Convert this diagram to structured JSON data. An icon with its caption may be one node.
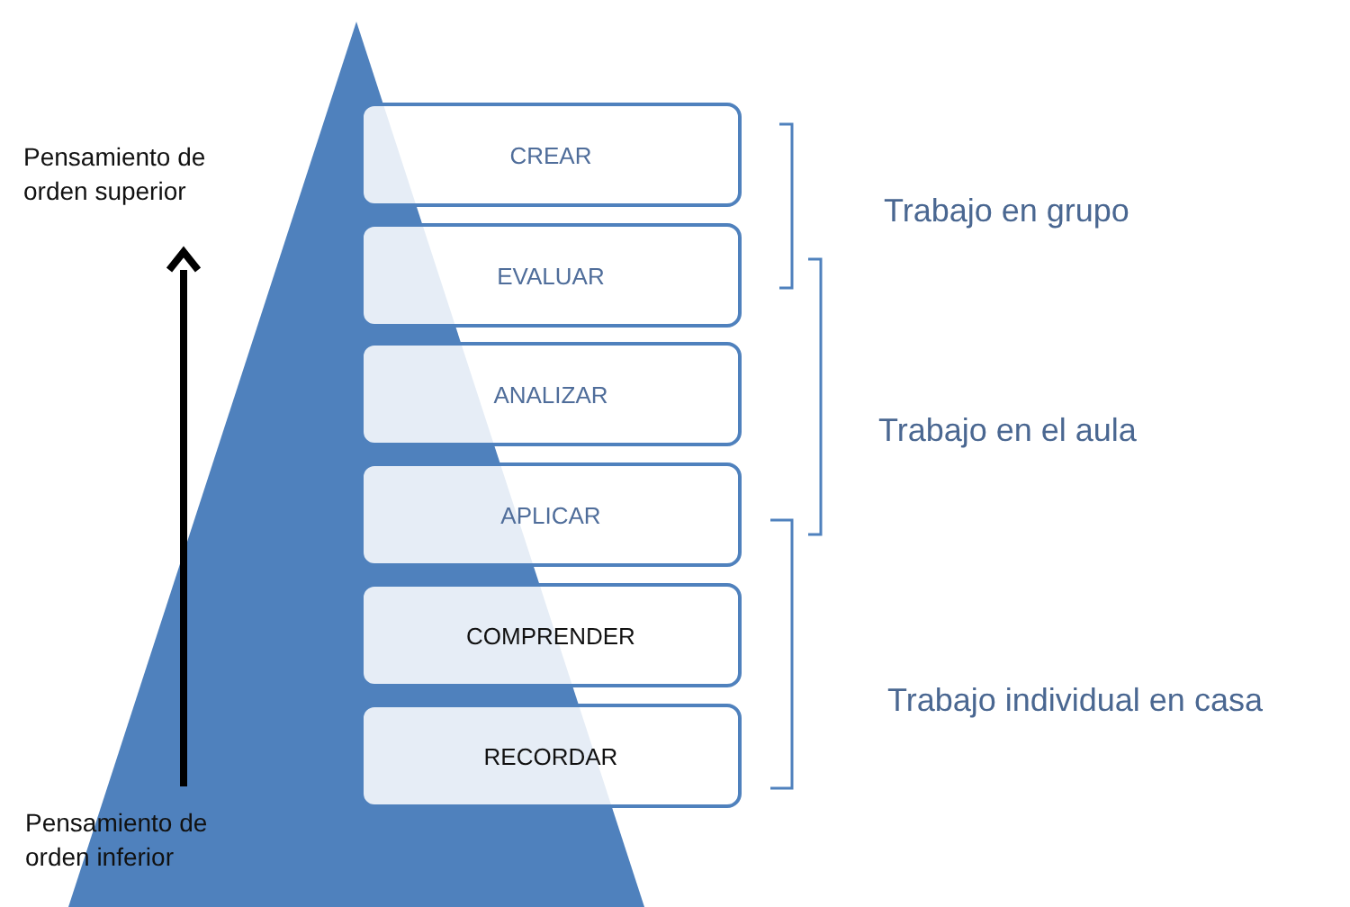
{
  "diagram": {
    "nodes": [
      {
        "text": [
          "CREAR"
        ]
      },
      {
        "text": [
          "EVALUAR"
        ]
      },
      {
        "text": [
          "ANALIZAR"
        ]
      },
      {
        "text": [
          "APLICAR"
        ]
      },
      {
        "text": [
          "COMPRENDER"
        ]
      },
      {
        "text": [
          "RECORDAR"
        ]
      }
    ],
    "labels": [
      "Pensamiento de orden superior",
      "Trabajo en grupo",
      "Trabajo en el aula",
      "Trabajo individual en casa",
      "Pensamiento de orden inferior"
    ]
  }
}
